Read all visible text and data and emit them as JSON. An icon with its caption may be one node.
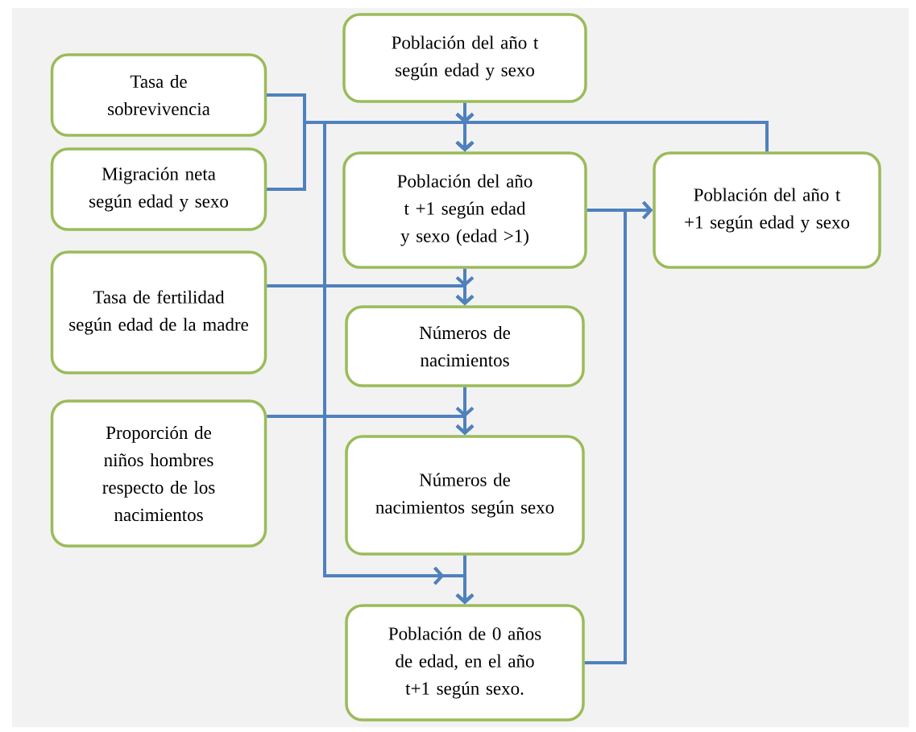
{
  "diagram": {
    "nodes": [
      {
        "text": [
          "Tasa de sobrevivencia"
        ]
      },
      {
        "text": [
          "Migración neta según edad y sexo"
        ]
      },
      {
        "text": [
          "Tasa de fertilidad según edad de la madre"
        ]
      },
      {
        "text": [
          "Proporción de niños hombres respecto de los nacimientos"
        ]
      },
      {
        "text": [
          "Población del año t según edad y sexo"
        ]
      },
      {
        "text": [
          "Población del año t +1 según edad y sexo (edad >1)"
        ]
      },
      {
        "text": [
          "Números de nacimientos"
        ]
      },
      {
        "text": [
          "Números de nacimientos según sexo"
        ]
      },
      {
        "text": [
          "Población de 0 años de edad, en el año t+1 según sexo."
        ]
      },
      {
        "text": [
          "Población del año t +1 según edad y sexo"
        ]
      }
    ],
    "edges": [
      {
        "from": 0,
        "to": 5,
        "arrow": "to"
      },
      {
        "from": 1,
        "to": 5,
        "arrow": "to"
      },
      {
        "from": 4,
        "to": 5,
        "arrow": "to"
      },
      {
        "from": 9,
        "to": 5,
        "arrow": "to"
      },
      {
        "from": 0,
        "to": 8,
        "arrow": "to"
      },
      {
        "from": 1,
        "to": 8,
        "arrow": "to"
      },
      {
        "from": 5,
        "to": 6,
        "arrow": "to"
      },
      {
        "from": 2,
        "to": 6,
        "arrow": "to"
      },
      {
        "from": 6,
        "to": 7,
        "arrow": "to"
      },
      {
        "from": 3,
        "to": 7,
        "arrow": "to"
      },
      {
        "from": 7,
        "to": 8,
        "arrow": "to"
      },
      {
        "from": 5,
        "to": 9,
        "arrow": "to"
      },
      {
        "from": 8,
        "to": 9,
        "arrow": "to"
      }
    ]
  }
}
